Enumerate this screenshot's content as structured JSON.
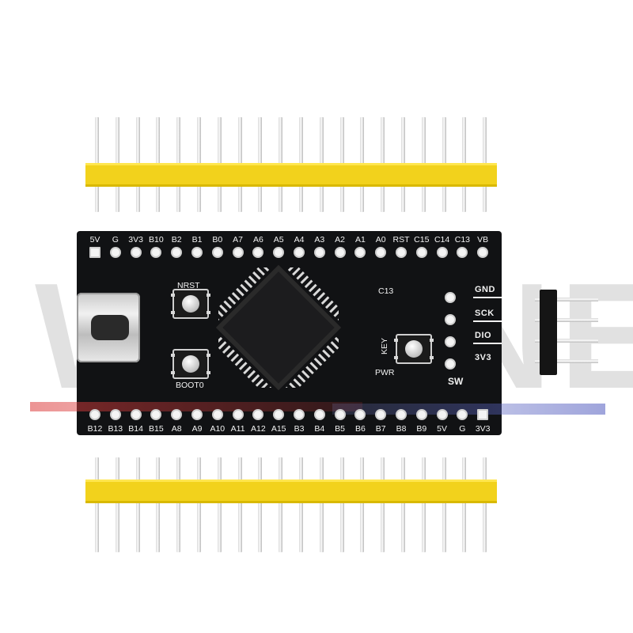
{
  "image": {
    "subject": "STM32 black pill development board with pin headers",
    "colors": {
      "board": "#111214",
      "header_plastic": "#f2d21c",
      "pin_metal": "#e6e6e6",
      "silkscreen": "#f2f2f2"
    }
  },
  "board": {
    "top_pins": [
      "5V",
      "G",
      "3V3",
      "B10",
      "B2",
      "B1",
      "B0",
      "A7",
      "A6",
      "A5",
      "A4",
      "A3",
      "A2",
      "A1",
      "A0",
      "RST",
      "C15",
      "C14",
      "C13",
      "VB"
    ],
    "bottom_pins": [
      "B12",
      "B13",
      "B14",
      "B15",
      "A8",
      "A9",
      "A10",
      "A11",
      "A12",
      "A15",
      "B3",
      "B4",
      "B5",
      "B6",
      "B7",
      "B8",
      "B9",
      "5V",
      "G",
      "3V3"
    ],
    "silk": {
      "nrst": "NRST",
      "boot0": "BOOT0",
      "c13": "C13",
      "key": "KEY",
      "pwr": "PWR",
      "sw": "SW"
    },
    "swd_pins": [
      "GND",
      "SCK",
      "DIO",
      "3V3"
    ]
  },
  "watermark": {
    "left": "WA",
    "right": "NE"
  }
}
